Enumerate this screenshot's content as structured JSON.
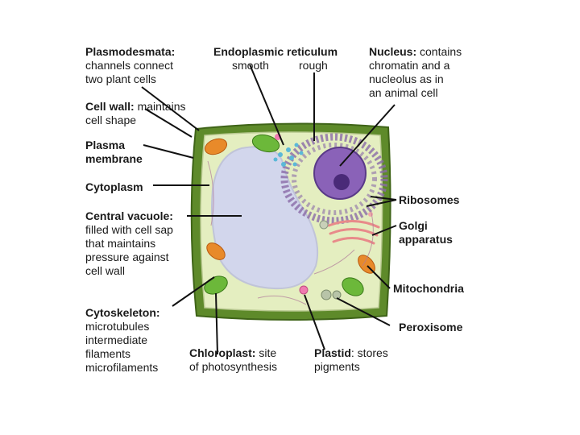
{
  "labels": {
    "plasmodesmata": {
      "title": "Plasmodesmata:",
      "desc": "channels connect\ntwo plant cells"
    },
    "cell_wall": {
      "title": "Cell wall:",
      "desc": " maintains\ncell shape"
    },
    "plasma_membrane": {
      "title": "Plasma\nmembrane",
      "desc": ""
    },
    "cytoplasm": {
      "title": "Cytoplasm",
      "desc": ""
    },
    "central_vacuole": {
      "title": "Central vacuole:",
      "desc": "\nfilled with cell sap\nthat maintains\npressure against\ncell wall"
    },
    "cytoskeleton": {
      "title": "Cytoskeleton:",
      "desc": "\nmicrotubules\nintermediate\n   filaments\nmicrofilaments"
    },
    "endoplasmic_reticulum": {
      "title": "Endoplasmic reticulum",
      "smooth": "smooth",
      "rough": "rough"
    },
    "nucleus": {
      "title": "Nucleus:",
      "desc": " contains\nchromatin and a\nnucleolus as in\nan animal cell"
    },
    "ribosomes": {
      "title": "Ribosomes",
      "desc": ""
    },
    "golgi": {
      "title": "Golgi\napparatus",
      "desc": ""
    },
    "mitochondria": {
      "title": "Mitochondria",
      "desc": ""
    },
    "peroxisome": {
      "title": "Peroxisome",
      "desc": ""
    },
    "chloroplast": {
      "title": "Chloroplast:",
      "desc": " site\nof photosynthesis"
    },
    "plastid": {
      "title": "Plastid",
      "desc": ": stores\npigments"
    }
  },
  "colors": {
    "cell_wall": "#5e8a2a",
    "cytoplasm": "#e4eec0",
    "vacuole": "#d2d6ec",
    "nucleus": "#8a62b8",
    "chloroplast": "#6cb83a",
    "mitochondria": "#e88a2a",
    "golgi": "#f0a8a8",
    "smooth_er": "#5bb8d8",
    "rough_er": "#8a6aa8"
  }
}
